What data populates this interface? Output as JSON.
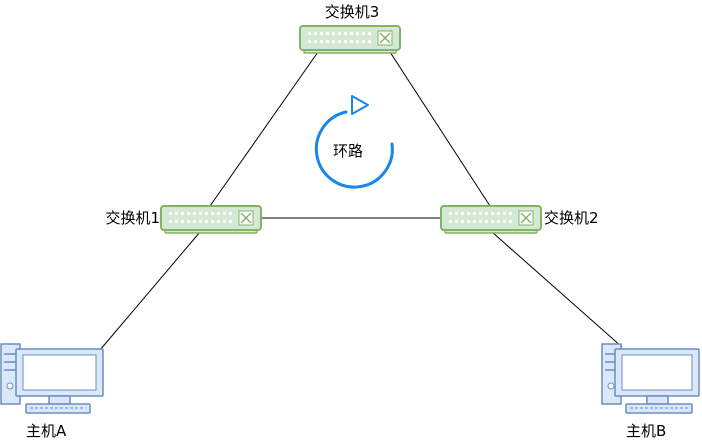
{
  "diagram": {
    "loop_label": "环路",
    "nodes": {
      "switch1": {
        "label": "交换机1",
        "kind": "switch"
      },
      "switch2": {
        "label": "交换机2",
        "kind": "switch"
      },
      "switch3": {
        "label": "交换机3",
        "kind": "switch"
      },
      "hostA": {
        "label": "主机A",
        "kind": "computer"
      },
      "hostB": {
        "label": "主机B",
        "kind": "computer"
      }
    },
    "links": [
      {
        "from": "switch1",
        "to": "switch3"
      },
      {
        "from": "switch3",
        "to": "switch2"
      },
      {
        "from": "switch1",
        "to": "switch2"
      },
      {
        "from": "switch1",
        "to": "hostA"
      },
      {
        "from": "switch2",
        "to": "hostB"
      }
    ],
    "colors": {
      "switch_fill": "#d5e8d4",
      "switch_stroke": "#82b366",
      "computer_fill": "#dae8fc",
      "computer_stroke": "#6c8ebf",
      "loop_arrow": "#1a86e8",
      "link": "#000000"
    }
  }
}
